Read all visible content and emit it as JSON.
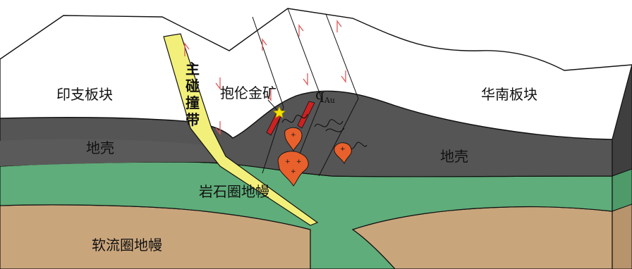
{
  "labels": {
    "indochina_plate": "印支板块",
    "south_china_plate": "华南板块",
    "main_collision_zone": "主碰撞带",
    "baolun_gold_mine": "抱伦金矿",
    "q_symbol": "q",
    "au_subscript": "Au",
    "crust_left": "地壳",
    "crust_right": "地壳",
    "lithospheric_mantle": "岩石圈地幔",
    "asthenospheric_mantle": "软流圈地幔"
  },
  "colors": {
    "upper_plate": "#ffffff",
    "crust": "#555555",
    "crust_side": "#3f3f3f",
    "lithospheric_mantle": "#5fad7a",
    "asthenosphere": "#c9a57c",
    "collision_zone": "#f2f07a",
    "intrusion": "#e8602c",
    "ore_vein": "#cc2222",
    "fault_arrow": "#e05a5a",
    "star": "#f5e400",
    "outline": "#111111"
  },
  "icons": {
    "gold_mine_marker": "star-icon",
    "intrusion_marker": "plus-icon",
    "fault_motion": "half-arrow-icon"
  }
}
